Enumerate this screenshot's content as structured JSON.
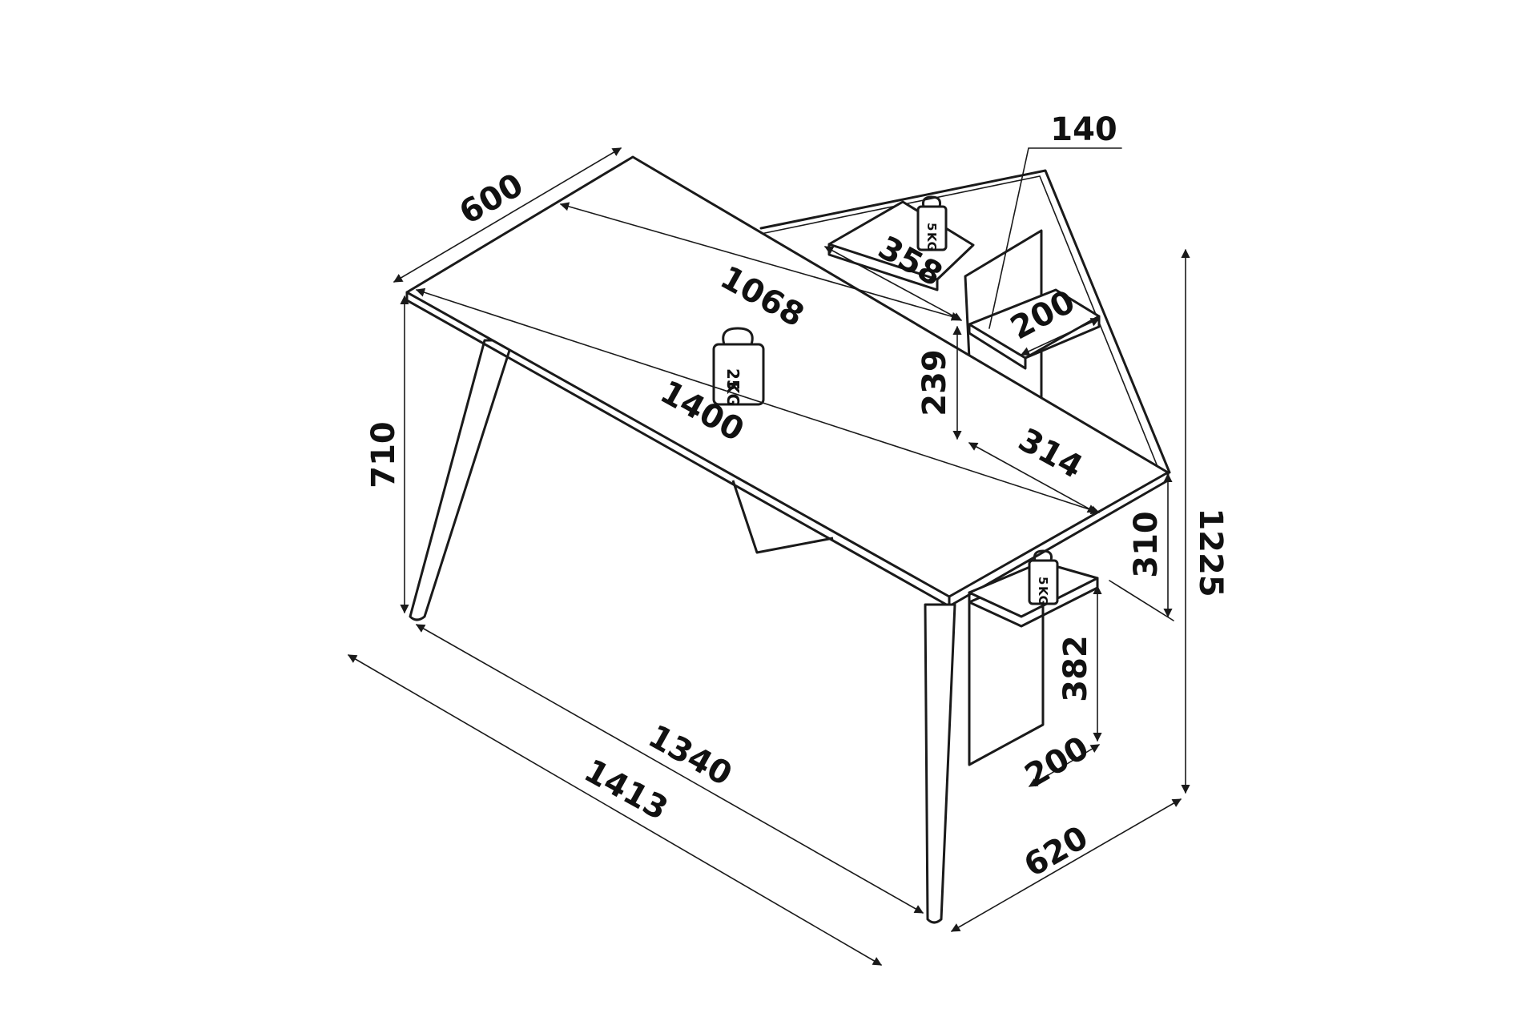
{
  "dimensions": {
    "top_depth": "600",
    "top_length": "1068",
    "desk_length": "1400",
    "desk_height": "710",
    "lower_length": "1340",
    "total_length": "1413",
    "hutch_offset": "140",
    "hutch_shelf_width": "358",
    "hutch_shelf_depth": "200",
    "hutch_gap": "239",
    "hutch_panel_depth": "314",
    "lower_shelf_gap": "310",
    "total_height": "1225",
    "lower_panel_height": "382",
    "lower_shelf_depth": "200",
    "total_depth": "620"
  },
  "weights": {
    "top_shelf": {
      "value": "5",
      "unit": "KG"
    },
    "desk_top": {
      "value": "25",
      "unit": "KG"
    },
    "lower_shelf": {
      "value": "5",
      "unit": "KG"
    }
  },
  "colors": {
    "line": "#1a1a1a",
    "background": "#ffffff"
  }
}
